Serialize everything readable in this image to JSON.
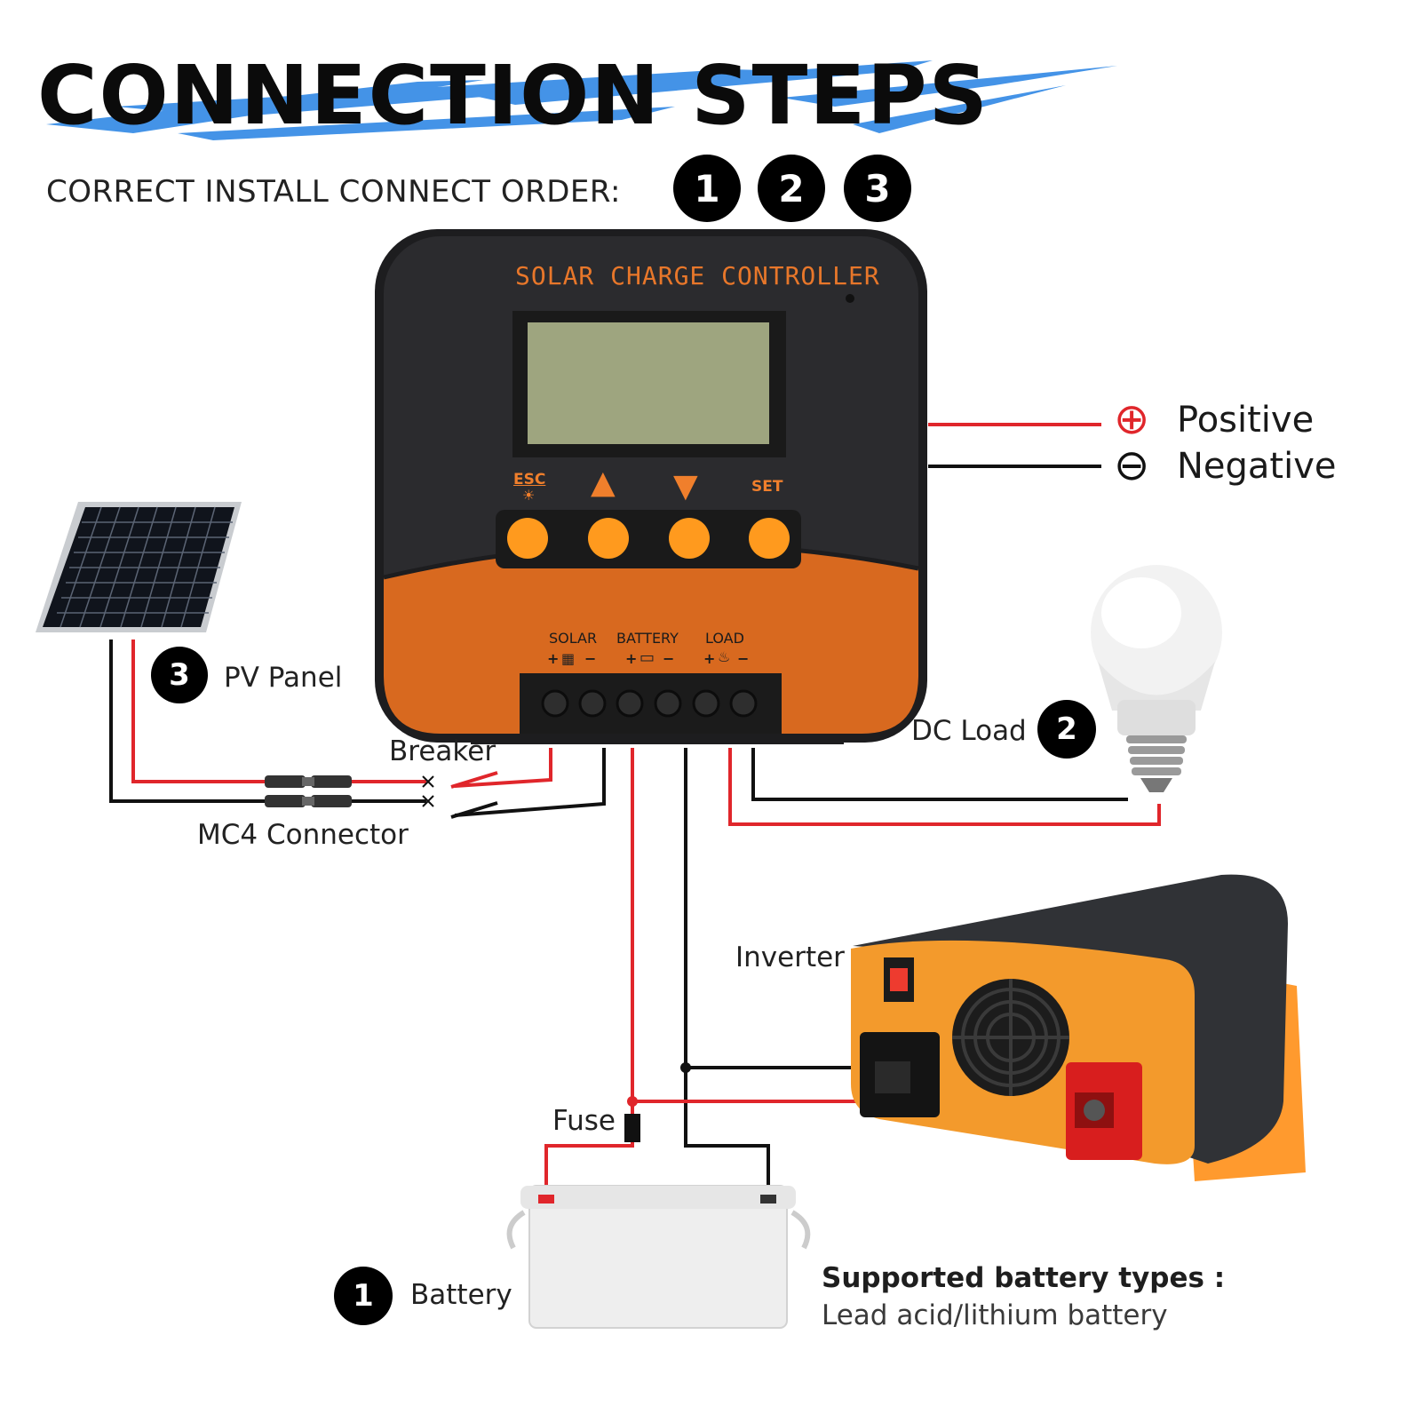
{
  "header": {
    "title": "CONNECTION STEPS",
    "subtitle": "CORRECT INSTALL CONNECT ORDER:",
    "order_steps": [
      "1",
      "2",
      "3"
    ],
    "accent_color": "#3a8ee6"
  },
  "legend": {
    "positive_symbol": "⊕",
    "positive": "Positive",
    "negative_symbol": "⊖",
    "negative": "Negative",
    "positive_color": "#e0262b",
    "negative_color": "#111111"
  },
  "controller": {
    "title": "SOLAR  CHARGE  CONTROLLER",
    "buttons": [
      "ESC",
      "▲",
      "▼",
      "SET"
    ],
    "terminals": {
      "solar": "SOLAR",
      "battery": "BATTERY",
      "load": "LOAD",
      "polarity": [
        "+",
        "−",
        "+",
        "−",
        "+",
        "−"
      ]
    },
    "body_color": "#2a2a2c",
    "accent_color": "#e8772a"
  },
  "components": {
    "pv_panel": {
      "step": "3",
      "label": "PV Panel"
    },
    "breaker": "Breaker",
    "mc4": "MC4 Connector",
    "dc_load": {
      "label": "DC Load",
      "step": "2"
    },
    "inverter": "Inverter",
    "fuse": "Fuse",
    "battery": {
      "step": "1",
      "label": "Battery"
    }
  },
  "supported": {
    "title": "Supported battery types :",
    "text": "Lead acid/lithium battery"
  }
}
